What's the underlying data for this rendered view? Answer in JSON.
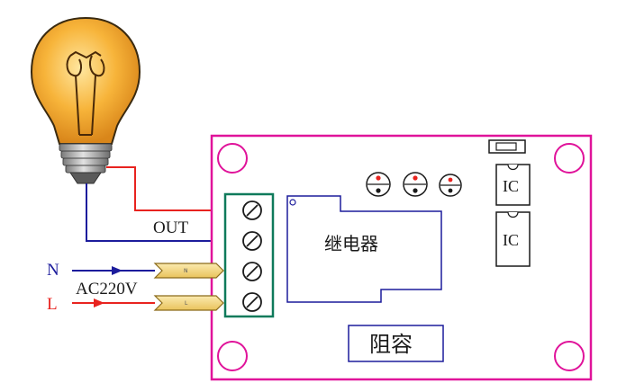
{
  "labels": {
    "out": "OUT",
    "n": "N",
    "l": "L",
    "voltage": "AC220V",
    "relay": "继电器",
    "rc": "阻容",
    "ic_top": "IC",
    "ic_bottom": "IC",
    "plug_n": "N",
    "plug_l": "L"
  },
  "colors": {
    "board": "#e0139a",
    "terminal_block": "#0f7a5b",
    "wire_red": "#e8231f",
    "wire_blue": "#1c1c9c",
    "plug_fill": "#f4d98a",
    "bulb_glass": "#f5a623",
    "label_l": "#e8231f",
    "label_n": "#1c1c9c"
  },
  "icons": [
    "light-bulb-icon",
    "screw-terminal-icon",
    "capacitor-icon",
    "ic-chip-icon",
    "mounting-hole-icon",
    "plug-connector-icon"
  ]
}
